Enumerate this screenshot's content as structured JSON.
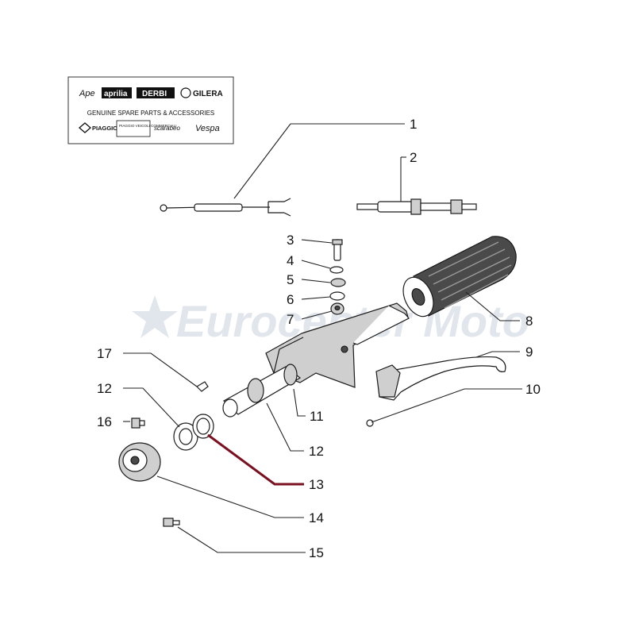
{
  "logo_box": {
    "brands_row1": [
      "Ape",
      "aprilia",
      "DERBI",
      "GILERA"
    ],
    "tagline": "GENUINE SPARE PARTS & ACCESSORIES",
    "brands_row2": [
      "PIAGGIO",
      "PIAGGIO VEICOLI COMMERCIALI",
      "scarabeo",
      "Vespa"
    ]
  },
  "watermark": "Eurocenter Moto",
  "callouts": [
    {
      "id": "1",
      "label": "1"
    },
    {
      "id": "2",
      "label": "2"
    },
    {
      "id": "3",
      "label": "3"
    },
    {
      "id": "4",
      "label": "4"
    },
    {
      "id": "5",
      "label": "5"
    },
    {
      "id": "6",
      "label": "6"
    },
    {
      "id": "7",
      "label": "7"
    },
    {
      "id": "8",
      "label": "8"
    },
    {
      "id": "9",
      "label": "9"
    },
    {
      "id": "10",
      "label": "10"
    },
    {
      "id": "11",
      "label": "11"
    },
    {
      "id": "12a",
      "label": "12"
    },
    {
      "id": "12b",
      "label": "12"
    },
    {
      "id": "13",
      "label": "13",
      "highlighted": true
    },
    {
      "id": "14",
      "label": "14"
    },
    {
      "id": "15",
      "label": "15"
    },
    {
      "id": "16",
      "label": "16"
    },
    {
      "id": "17",
      "label": "17"
    }
  ],
  "colors": {
    "highlight_leader": "#7a1020",
    "watermark": "#c9d1dd"
  }
}
